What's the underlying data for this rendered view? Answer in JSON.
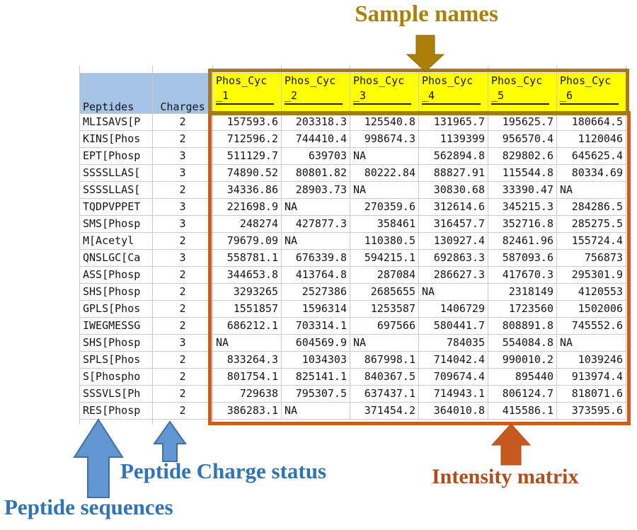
{
  "annotations": {
    "sample_names_label": "Sample names",
    "peptide_sequences_label": "Peptide sequences",
    "peptide_charge_status_label": "Peptide Charge status",
    "intensity_matrix_label": "Intensity matrix"
  },
  "colors": {
    "header_fill_blue": "#a6c4e6",
    "header_fill_yellow": "#ffff00",
    "sample_box_border_gold": "#a3791b",
    "intensity_box_border_orange": "#cf5c1c",
    "gold_text": "#aa8008",
    "blue_label_text": "#2e74b6",
    "blue_arrow_fill": "#6096d2",
    "blue_arrow_border": "#41719c",
    "orange_arrow_fill": "#c65a1e",
    "gridline": "#c9c9c9"
  },
  "icons": {
    "sample_names_arrow": "down-arrow",
    "peptide_sequences_arrow": "up-arrow",
    "charge_status_arrow": "up-arrow",
    "intensity_matrix_arrow": "up-arrow"
  },
  "table": {
    "peptides_header": "Peptides",
    "charges_header": "Charges",
    "sample_columns": [
      {
        "top": "Phos_Cyc",
        "bottom": "_1"
      },
      {
        "top": "Phos_Cyc",
        "bottom": "_2"
      },
      {
        "top": "Phos_Cyc",
        "bottom": "_3"
      },
      {
        "top": "Phos_Cyc",
        "bottom": "_4"
      },
      {
        "top": "Phos_Cyc",
        "bottom": "_5"
      },
      {
        "top": "Phos_Cyc",
        "bottom": "_6"
      }
    ],
    "rows": [
      {
        "peptide": "MLISAVS[P",
        "charge": "2",
        "values": [
          "157593.6",
          "203318.3",
          "125540.8",
          "131965.7",
          "195625.7",
          "180664.5"
        ]
      },
      {
        "peptide": "KINS[Phos",
        "charge": "2",
        "values": [
          "712596.2",
          "744410.4",
          "998674.3",
          "1139399",
          "956570.4",
          "1120046"
        ]
      },
      {
        "peptide": "EPT[Phosp",
        "charge": "3",
        "values": [
          "511129.7",
          "639703",
          "NA",
          "562894.8",
          "829802.6",
          "645625.4"
        ]
      },
      {
        "peptide": "SSSSLLAS[",
        "charge": "3",
        "values": [
          "74890.52",
          "80801.82",
          "80222.84",
          "88827.91",
          "115544.8",
          "80334.69"
        ]
      },
      {
        "peptide": "SSSSLLAS[",
        "charge": "2",
        "values": [
          "34336.86",
          "28903.73",
          "NA",
          "30830.68",
          "33390.47",
          "NA"
        ]
      },
      {
        "peptide": "TQDPVPPET",
        "charge": "3",
        "values": [
          "221698.9",
          "NA",
          "270359.6",
          "312614.6",
          "345215.3",
          "284286.5"
        ]
      },
      {
        "peptide": "SMS[Phosp",
        "charge": "3",
        "values": [
          "248274",
          "427877.3",
          "358461",
          "316457.7",
          "352716.8",
          "285275.5"
        ]
      },
      {
        "peptide": "M[Acetyl",
        "charge": "2",
        "values": [
          "79679.09",
          "NA",
          "110380.5",
          "130927.4",
          "82461.96",
          "155724.4"
        ]
      },
      {
        "peptide": "QNSLGC[Ca",
        "charge": "3",
        "values": [
          "558781.1",
          "676339.8",
          "594215.1",
          "692863.3",
          "587093.6",
          "756873"
        ]
      },
      {
        "peptide": "ASS[Phosp",
        "charge": "2",
        "values": [
          "344653.8",
          "413764.8",
          "287084",
          "286627.3",
          "417670.3",
          "295301.9"
        ]
      },
      {
        "peptide": "SHS[Phosp",
        "charge": "2",
        "values": [
          "3293265",
          "2527386",
          "2685655",
          "NA",
          "2318149",
          "4120553"
        ]
      },
      {
        "peptide": "GPLS[Phos",
        "charge": "2",
        "values": [
          "1551857",
          "1596314",
          "1253587",
          "1406729",
          "1723560",
          "1502006"
        ]
      },
      {
        "peptide": "IWEGMESSG",
        "charge": "2",
        "values": [
          "686212.1",
          "703314.1",
          "697566",
          "580441.7",
          "808891.8",
          "745552.6"
        ]
      },
      {
        "peptide": "SHS[Phosp",
        "charge": "3",
        "values": [
          "NA",
          "604569.9",
          "NA",
          "784035",
          "554084.8",
          "NA"
        ]
      },
      {
        "peptide": "SPLS[Phos",
        "charge": "2",
        "values": [
          "833264.3",
          "1034303",
          "867998.1",
          "714042.4",
          "990010.2",
          "1039246"
        ]
      },
      {
        "peptide": "S[Phospho",
        "charge": "2",
        "values": [
          "801754.1",
          "825141.1",
          "840367.5",
          "709674.4",
          "895440",
          "913974.4"
        ]
      },
      {
        "peptide": "SSSVLS[Ph",
        "charge": "2",
        "values": [
          "729638",
          "795307.5",
          "637437.1",
          "714943.1",
          "806124.7",
          "818071.6"
        ]
      },
      {
        "peptide": "RES[Phosp",
        "charge": "2",
        "values": [
          "386283.1",
          "NA",
          "371454.2",
          "364010.8",
          "415586.1",
          "373595.6"
        ]
      }
    ]
  }
}
